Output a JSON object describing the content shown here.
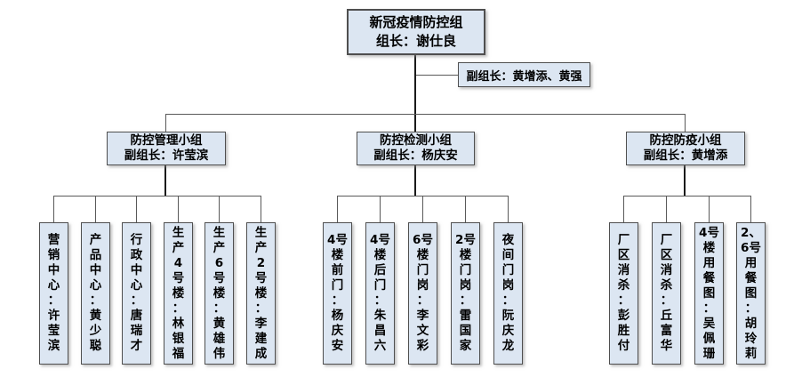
{
  "colors": {
    "box_fill": "#dce6f2",
    "box_border": "#4f4f4f",
    "connector": "#595959",
    "stem": "#1a1a1a",
    "text": "#000000",
    "background": "#ffffff"
  },
  "root": {
    "title": "新冠疫情防控组",
    "leader": "组长：谢仕良"
  },
  "deputy_note": "副组长：黄增添、黄强",
  "branches": [
    {
      "title": "防控管理小组",
      "leader": "副组长：许莹滨",
      "members": [
        "营\n销\n中\n心\n：\n许\n莹\n滨",
        "产\n品\n中\n心\n：\n黄\n少\n聪",
        "行\n政\n中\n心\n：\n唐\n瑞\n才",
        "生\n产\n4\n号\n楼\n：\n林\n银\n福",
        "生\n产\n6\n号\n楼\n：\n黄\n雄\n伟",
        "生\n产\n2\n号\n楼\n：\n李\n建\n成"
      ]
    },
    {
      "title": "防控检测小组",
      "leader": "副组长：杨庆安",
      "members": [
        "4号\n楼\n前\n门\n：\n杨\n庆\n安",
        "4号\n楼\n后\n门\n：\n朱\n昌\n六",
        "6号\n楼\n门\n岗\n：\n李\n文\n彩",
        "2号\n楼\n门\n岗\n：\n雷\n国\n家",
        "夜\n间\n门\n岗\n：\n阮\n庆\n龙"
      ]
    },
    {
      "title": "防控防疫小组",
      "leader": "副组长：黄增添",
      "members": [
        "厂\n区\n消\n杀\n：\n彭\n胜\n付",
        "厂\n区\n消\n杀\n：\n丘\n富\n华",
        "4号\n楼\n用\n餐\n图\n：\n吴\n佩\n珊",
        "2、\n6号\n用\n餐\n图\n：\n胡\n玲\n莉"
      ]
    }
  ]
}
